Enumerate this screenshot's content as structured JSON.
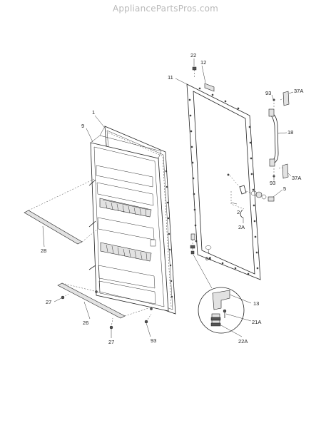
{
  "watermark": "AppliancePartsPros.com",
  "callouts": {
    "c1": "1",
    "c9": "9",
    "c11": "11",
    "c12": "12",
    "c22": "22",
    "c93a": "93",
    "c37a_top": "37A",
    "c18": "18",
    "c93b": "93",
    "c37a_bot": "37A",
    "c5": "5",
    "c2": "2",
    "c2a": "2A",
    "c64": "64",
    "c28": "28",
    "c27a": "27",
    "c26": "26",
    "c27b": "27",
    "c93c": "93",
    "c13": "13",
    "c21a": "21A",
    "c22a": "22A"
  }
}
